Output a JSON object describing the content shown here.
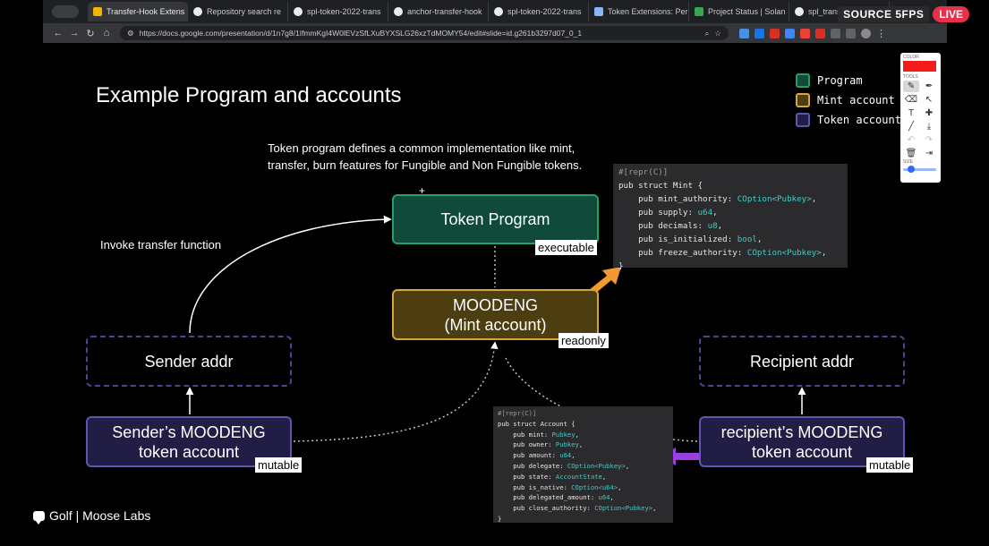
{
  "browser": {
    "tabs": [
      {
        "label": "Transfer-Hook Extens",
        "icon": "slides-icon",
        "color": "#f4b400",
        "active": true
      },
      {
        "label": "Repository search re",
        "icon": "github-icon",
        "color": "#e8eaed"
      },
      {
        "label": "spl-token-2022-trans",
        "icon": "github-icon",
        "color": "#e8eaed"
      },
      {
        "label": "anchor-transfer-hook",
        "icon": "github-icon",
        "color": "#e8eaed"
      },
      {
        "label": "spl-token-2022-trans",
        "icon": "github-icon",
        "color": "#e8eaed"
      },
      {
        "label": "Token Extensions: Per",
        "icon": "docs-icon",
        "color": "#8ab4f8"
      },
      {
        "label": "Project Status | Solan",
        "icon": "status-icon",
        "color": "#34a853"
      },
      {
        "label": "spl_transfer_h",
        "icon": "globe-icon",
        "color": "#e8eaed"
      }
    ],
    "url": "https://docs.google.com/presentation/d/1n7g8/1IfmmKgI4W0lEVzSfLXuBYXSLG26xzTdMOMY54/edit#slide=id.g261b3297d07_0_1"
  },
  "stream": {
    "source": "SOURCE 5FPS",
    "live": "LIVE"
  },
  "slide": {
    "title": "Example Program and accounts",
    "description": "Token program defines a common implementation like mint, transfer, burn features for Fungible and Non Fungible tokens.",
    "invoke_label": "Invoke transfer function",
    "token_program": {
      "label": "Token Program",
      "tag": "executable"
    },
    "mint_account": {
      "line1": "MOODENG",
      "line2": "(Mint account)",
      "tag": "readonly"
    },
    "sender_addr": "Sender addr",
    "recipient_addr": "Recipient addr",
    "sender_token": {
      "line1": "Sender’s MOODENG",
      "line2": "token account",
      "tag": "mutable"
    },
    "recipient_token": {
      "line1": "recipient’s MOODENG",
      "line2": "token account",
      "tag": "mutable"
    }
  },
  "legend": [
    {
      "label": "Program",
      "fill": "#0f4a3a",
      "border": "#26a06b"
    },
    {
      "label": "Mint account",
      "fill": "#4d3e12",
      "border": "#d8a537"
    },
    {
      "label": "Token account",
      "fill": "#221d45",
      "border": "#5e57b2"
    }
  ],
  "code_mint": [
    {
      "text": "#[repr(C)]",
      "kind": "attr"
    },
    {
      "text": "pub struct Mint {"
    },
    {
      "text": "    pub mint_authority: ",
      "type": "COption<Pubkey>",
      "end": ","
    },
    {
      "text": "    pub supply: ",
      "type": "u64",
      "end": ","
    },
    {
      "text": "    pub decimals: ",
      "type": "u8",
      "end": ","
    },
    {
      "text": "    pub is_initialized: ",
      "type": "bool",
      "end": ","
    },
    {
      "text": "    pub freeze_authority: ",
      "type": "COption<Pubkey>",
      "end": ","
    },
    {
      "text": "}"
    }
  ],
  "code_account": [
    {
      "text": "#[repr(C)]",
      "kind": "attr"
    },
    {
      "text": "pub struct Account {"
    },
    {
      "text": "    pub mint: ",
      "type": "Pubkey",
      "end": ","
    },
    {
      "text": "    pub owner: ",
      "type": "Pubkey",
      "end": ","
    },
    {
      "text": "    pub amount: ",
      "type": "u64",
      "end": ","
    },
    {
      "text": "    pub delegate: ",
      "type": "COption<Pubkey>",
      "end": ","
    },
    {
      "text": "    pub state: ",
      "type": "AccountState",
      "end": ","
    },
    {
      "text": "    pub is_native: ",
      "type": "COption<u64>",
      "end": ","
    },
    {
      "text": "    pub delegated_amount: ",
      "type": "u64",
      "end": ","
    },
    {
      "text": "    pub close_authority: ",
      "type": "COption<Pubkey>",
      "end": ","
    },
    {
      "text": "}"
    }
  ],
  "tool_panel": {
    "color_label": "COLOR",
    "tools_label": "TOOLS",
    "size_label": "SIZE",
    "color": "#f41b1b",
    "size_level": 0.2
  },
  "footer": {
    "label": "Golf | Moose Labs"
  },
  "colors": {
    "arrow_orange": "#f29a2e",
    "arrow_purple": "#9b3fe0"
  }
}
